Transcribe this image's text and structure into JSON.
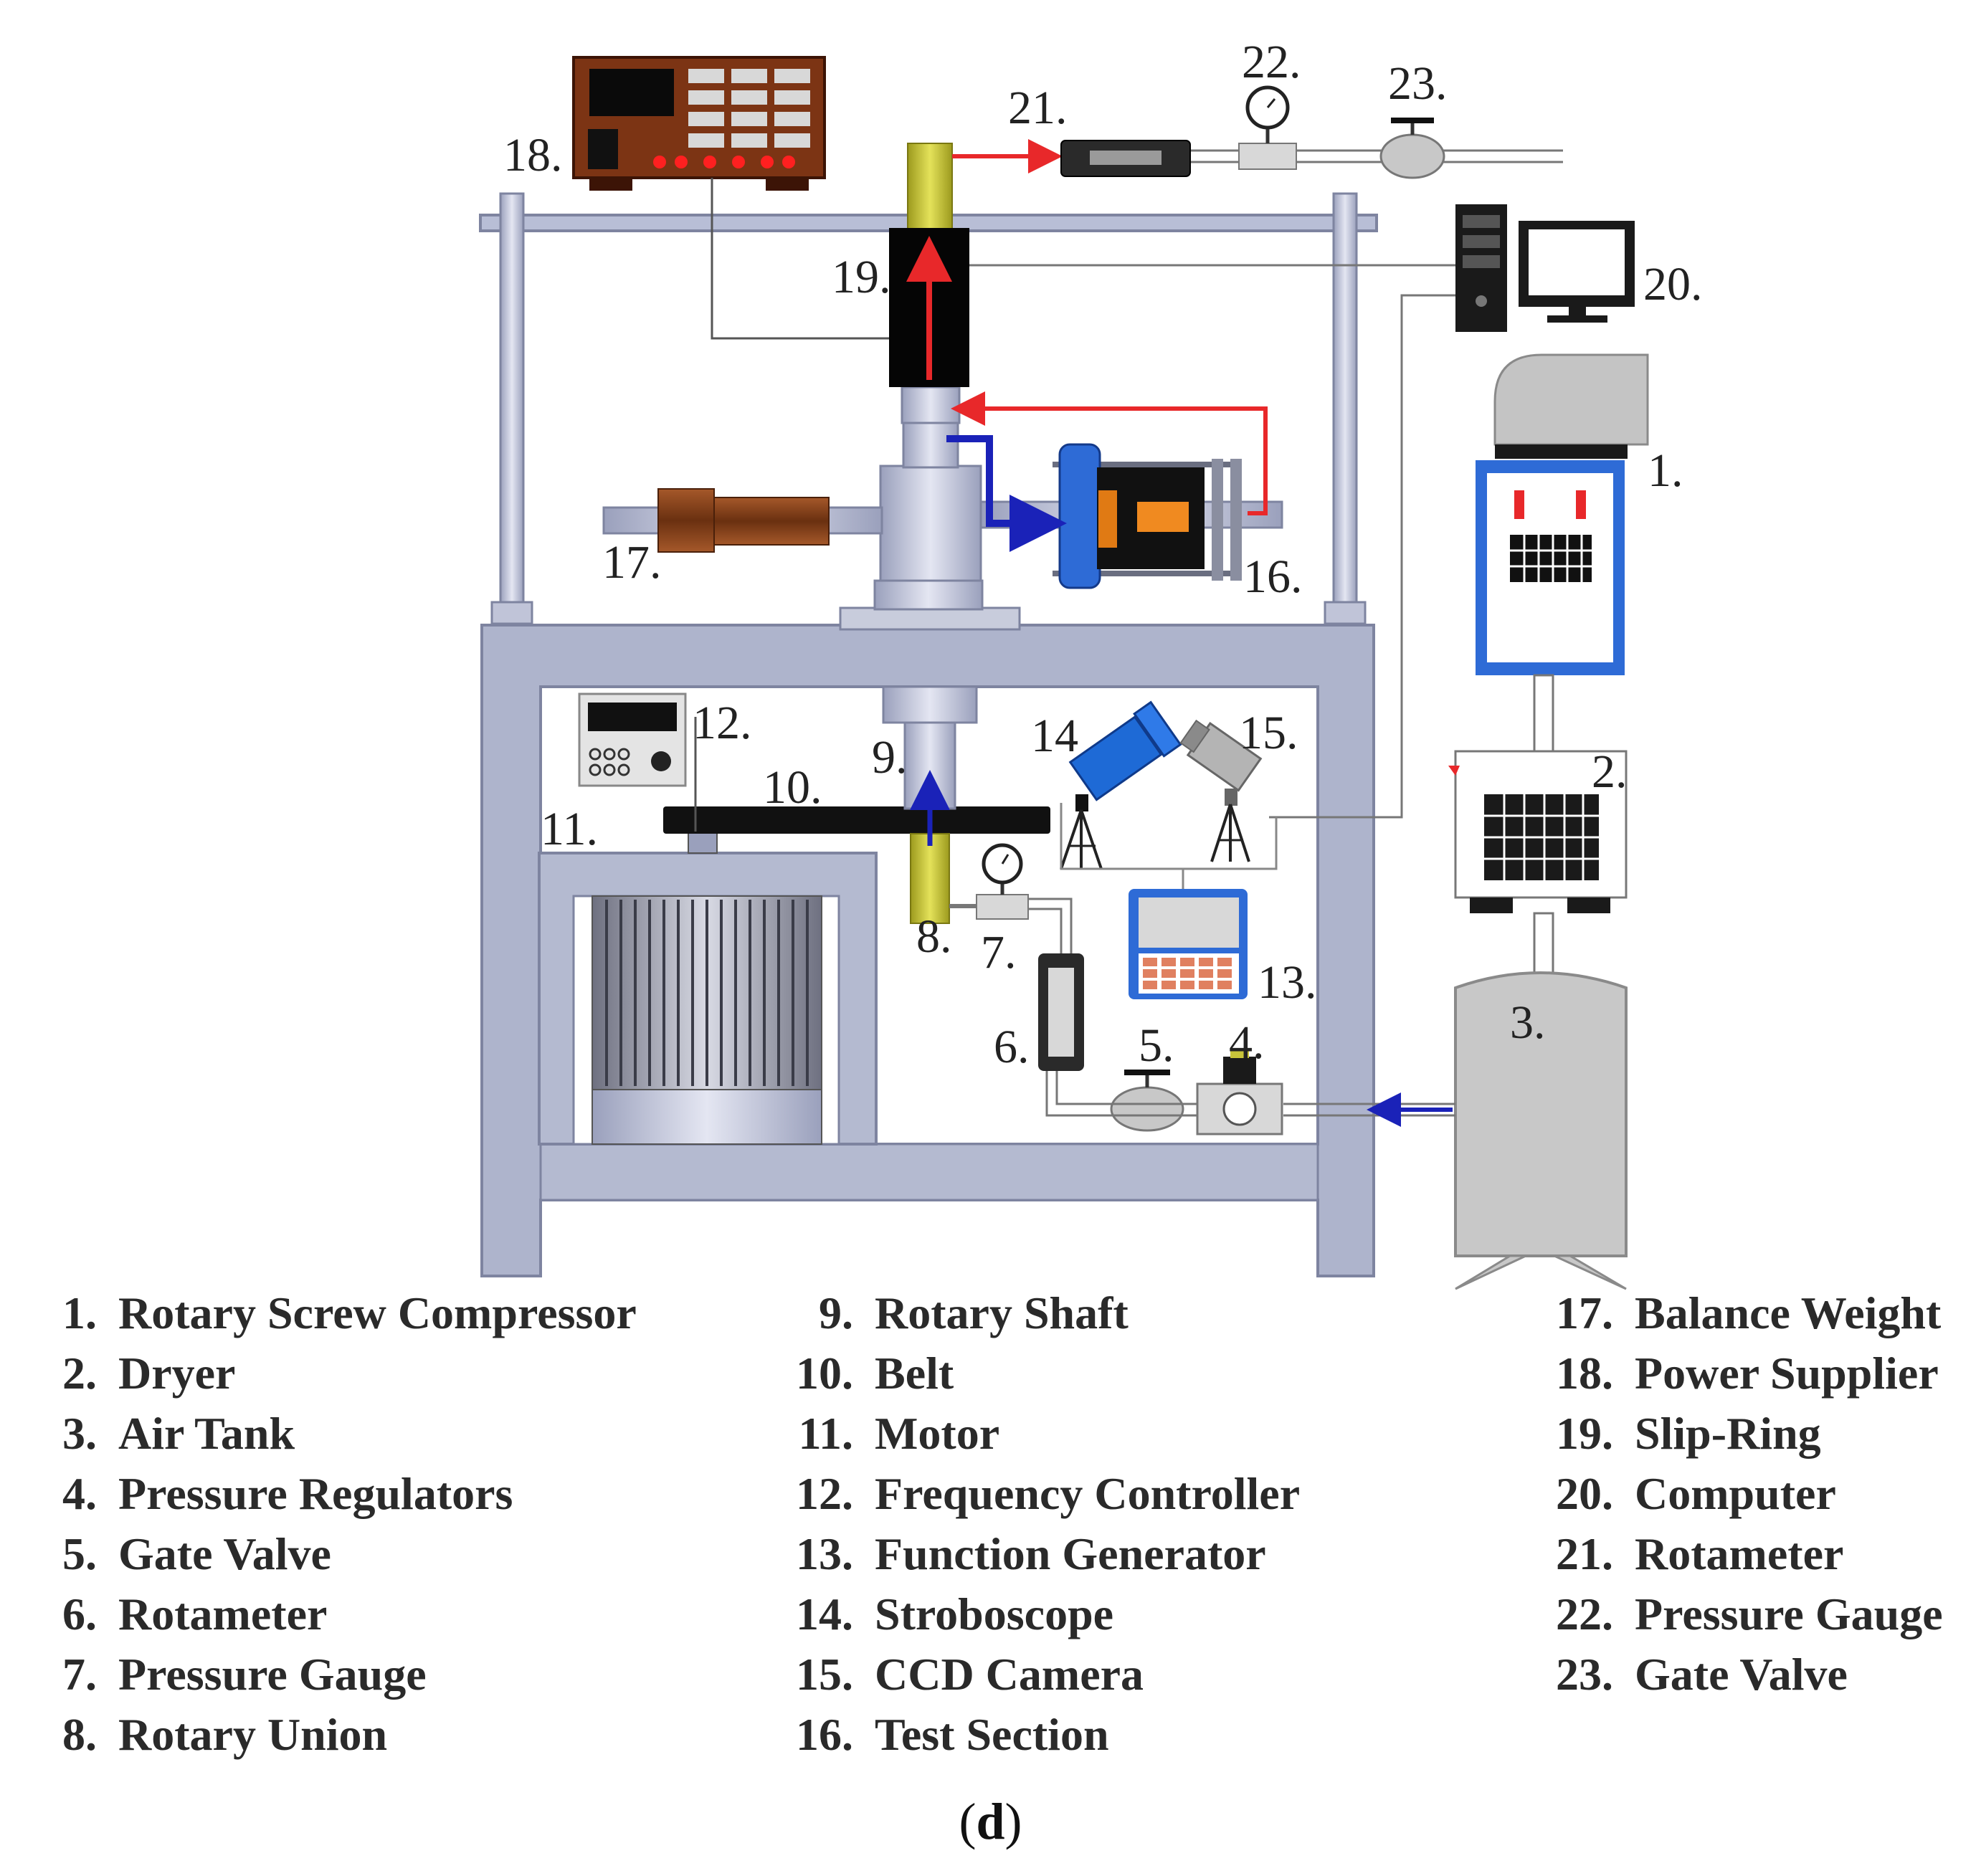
{
  "callouts": {
    "c1": "1.",
    "c2": "2.",
    "c3": "3.",
    "c4": "4.",
    "c5": "5.",
    "c6": "6.",
    "c7": "7.",
    "c8": "8.",
    "c9": "9.",
    "c10": "10.",
    "c11": "11.",
    "c12": "12.",
    "c13": "13.",
    "c14": "14",
    "c15": "15.",
    "c16": "16.",
    "c17": "17.",
    "c18": "18.",
    "c19": "19.",
    "c20": "20.",
    "c21": "21.",
    "c22": "22.",
    "c23": "23."
  },
  "legend": [
    {
      "num": "1.",
      "label": "Rotary Screw  Compressor"
    },
    {
      "num": "2.",
      "label": "Dryer"
    },
    {
      "num": "3.",
      "label": "Air Tank"
    },
    {
      "num": "4.",
      "label": "Pressure Regulators"
    },
    {
      "num": "5.",
      "label": "Gate Valve"
    },
    {
      "num": "6.",
      "label": "Rotameter"
    },
    {
      "num": "7.",
      "label": "Pressure Gauge"
    },
    {
      "num": "8.",
      "label": "Rotary Union"
    },
    {
      "num": "9.",
      "label": "Rotary Shaft"
    },
    {
      "num": "10.",
      "label": "Belt"
    },
    {
      "num": "11.",
      "label": "Motor"
    },
    {
      "num": "12.",
      "label": "Frequency Controller"
    },
    {
      "num": "13.",
      "label": "Function Generator"
    },
    {
      "num": "14.",
      "label": "Stroboscope"
    },
    {
      "num": "15.",
      "label": "CCD Camera"
    },
    {
      "num": "16.",
      "label": "Test Section"
    },
    {
      "num": "17.",
      "label": "Balance Weight"
    },
    {
      "num": "18.",
      "label": "Power Supplier"
    },
    {
      "num": "19.",
      "label": "Slip-Ring"
    },
    {
      "num": "20.",
      "label": "Computer"
    },
    {
      "num": "21.",
      "label": "Rotameter"
    },
    {
      "num": "22.",
      "label": "Pressure Gauge"
    },
    {
      "num": "23.",
      "label": "Gate Valve"
    }
  ],
  "caption": "d",
  "colors": {
    "frame": "#aeb4cc",
    "frame_edge": "#7e84a0",
    "flow_out": "#e8282a",
    "flow_in": "#1a22b8",
    "shaft": "#c8c43a",
    "slip_ring": "#050505",
    "weight": "#7a3a14",
    "test_blue": "#2e6bd6",
    "tank": "#c8c8c8"
  }
}
